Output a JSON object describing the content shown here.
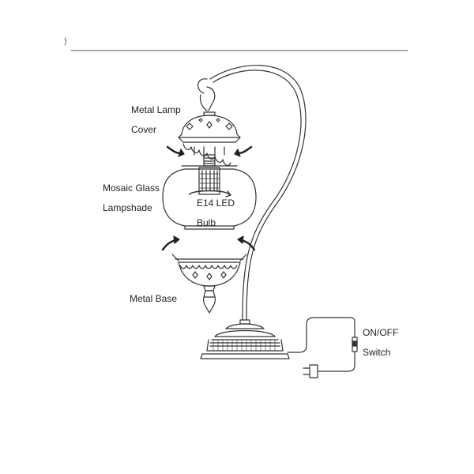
{
  "labels": {
    "metal_lamp_cover": [
      "Metal Lamp",
      "Cover"
    ],
    "mosaic_glass_lampshade": [
      "Mosaic Glass",
      "Lampshade"
    ],
    "bulb": [
      "E14 LED",
      "Bulb"
    ],
    "metal_base": [
      "Metal Base"
    ],
    "switch": [
      "ON/OFF",
      "Switch"
    ]
  },
  "colors": {
    "line": "#333333",
    "rule": "#555555",
    "text": "#222222"
  }
}
